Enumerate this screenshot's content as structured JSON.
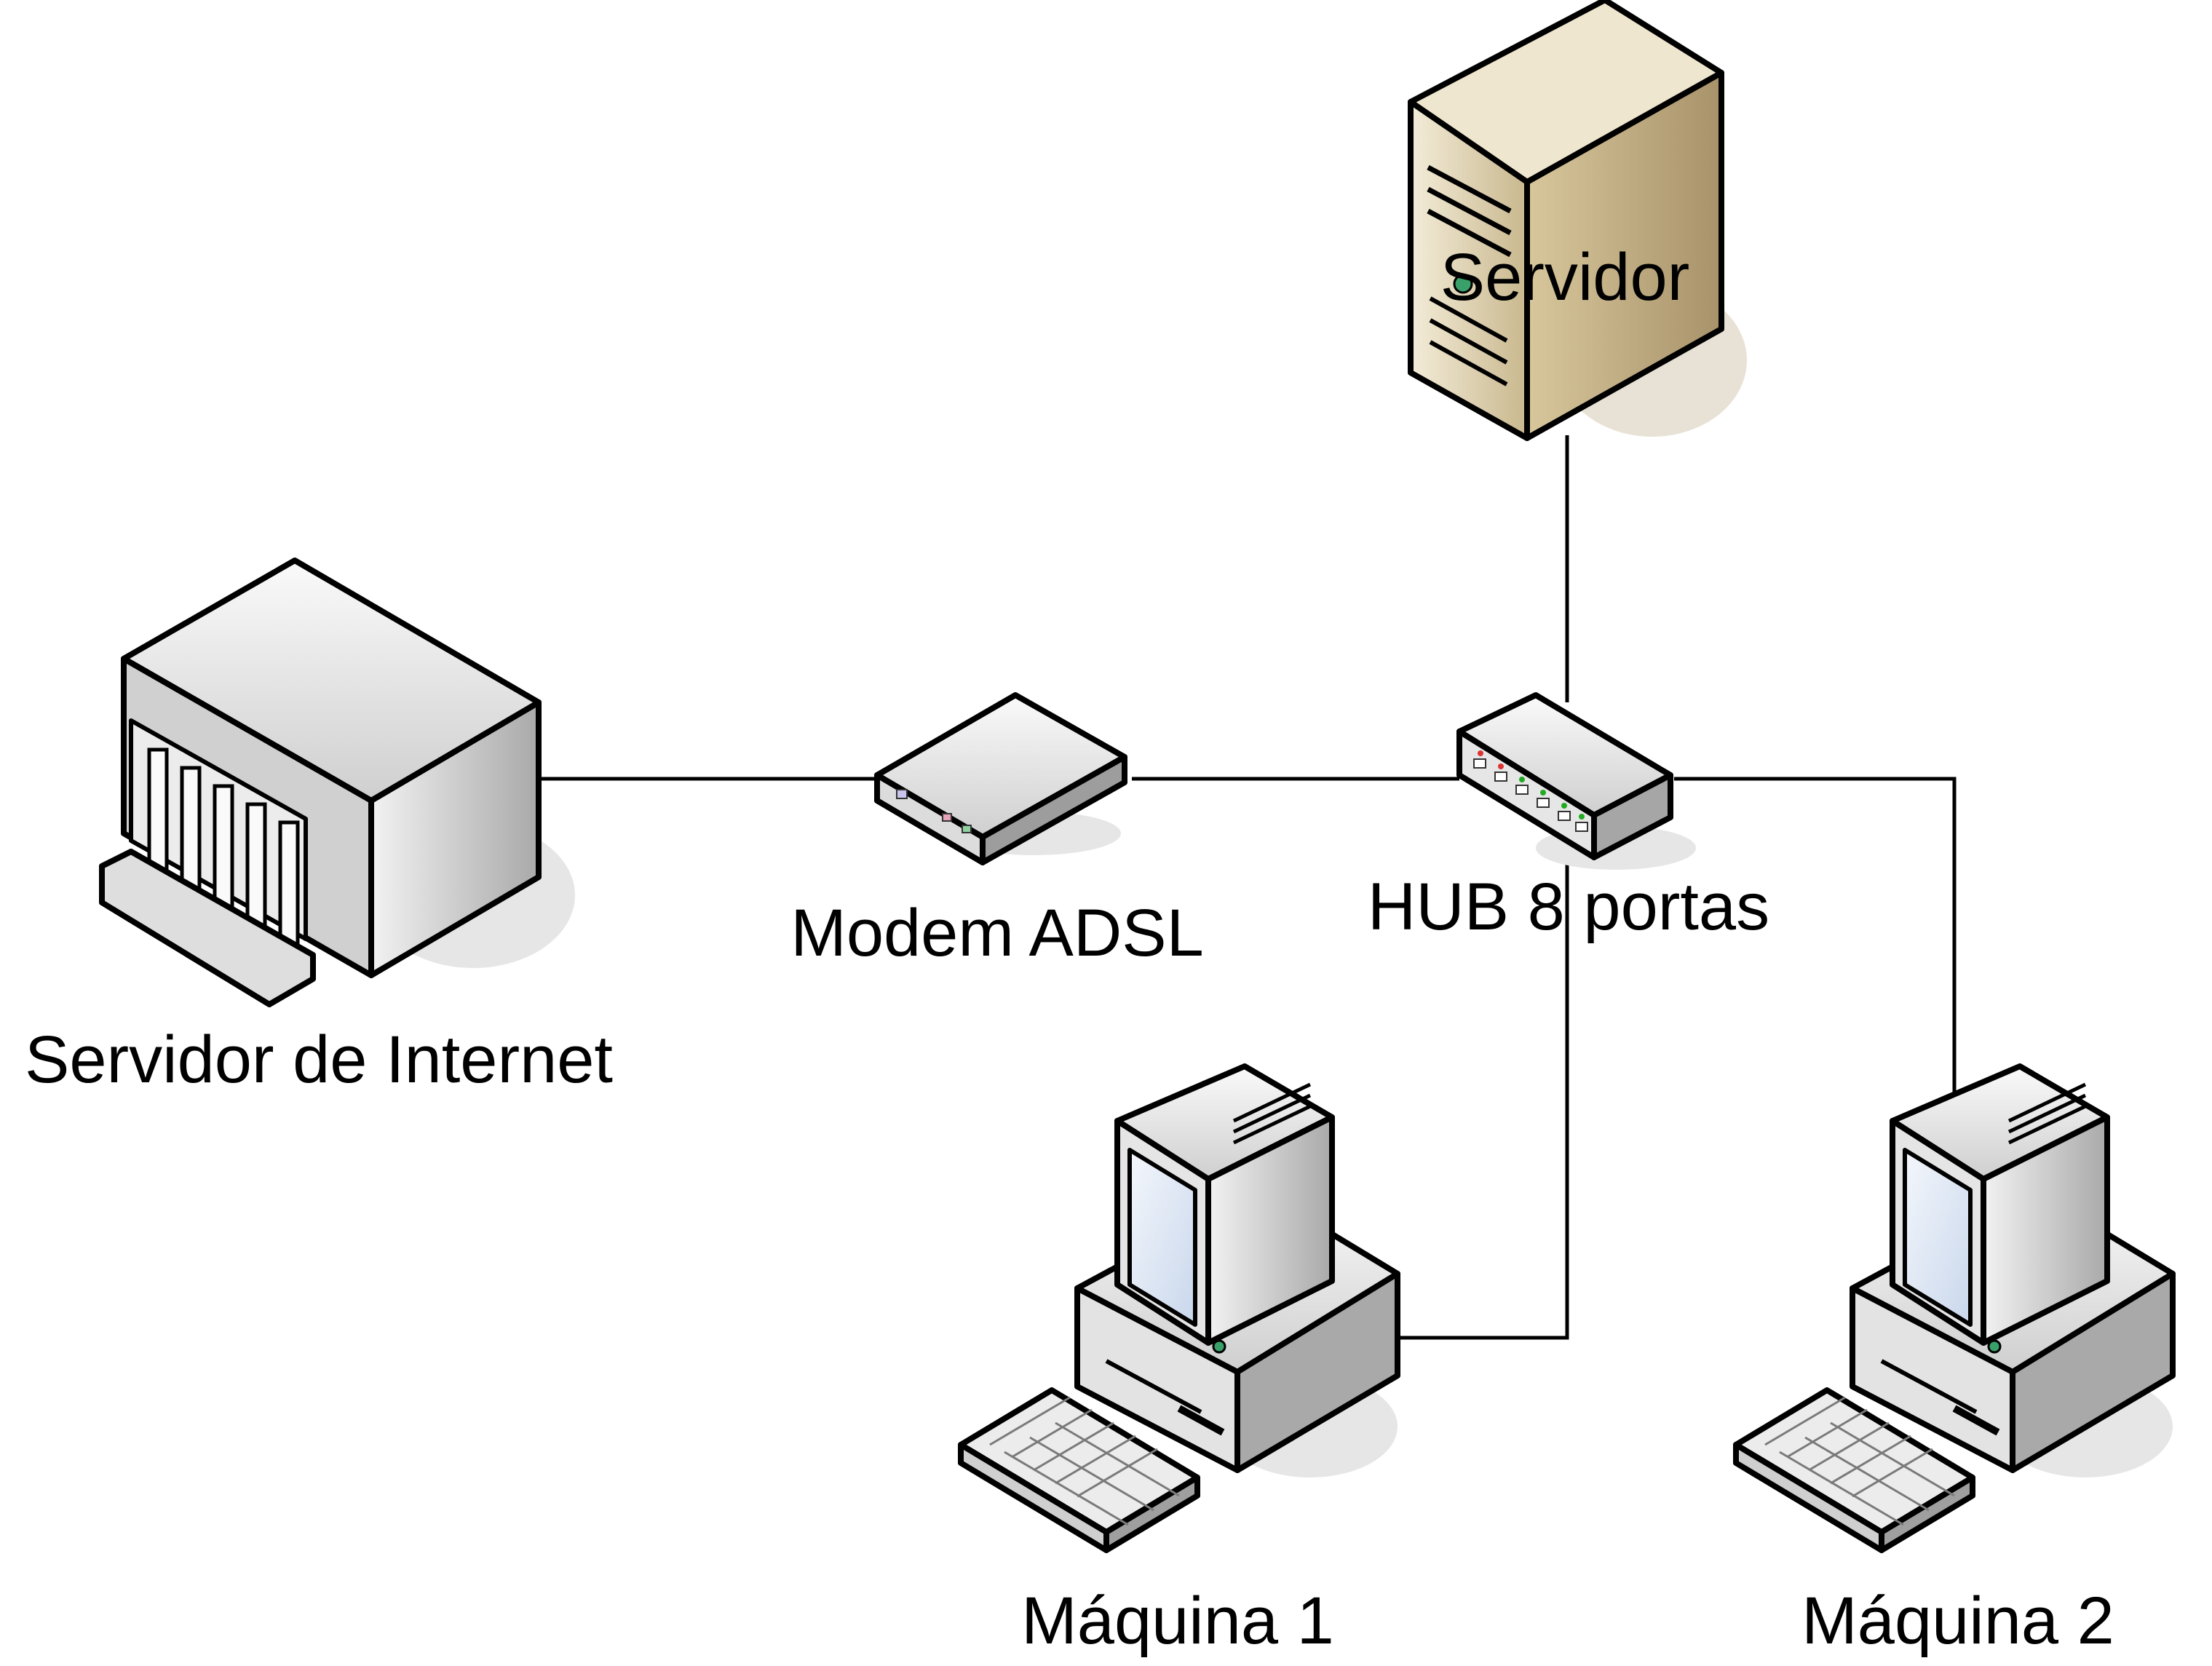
{
  "nodes": {
    "internet_server": {
      "label": "Servidor de Internet",
      "icon": "internet-server-icon"
    },
    "modem": {
      "label": "Modem ADSL",
      "icon": "modem-icon"
    },
    "hub": {
      "label": "HUB 8 portas",
      "icon": "hub-icon"
    },
    "server": {
      "label": "Servidor",
      "icon": "tower-server-icon"
    },
    "machine1": {
      "label": "Máquina 1",
      "icon": "workstation-icon"
    },
    "machine2": {
      "label": "Máquina 2",
      "icon": "workstation-icon"
    }
  },
  "connections": [
    {
      "from": "Servidor de Internet",
      "to": "Modem ADSL"
    },
    {
      "from": "Modem ADSL",
      "to": "HUB 8 portas"
    },
    {
      "from": "HUB 8 portas",
      "to": "Servidor"
    },
    {
      "from": "HUB 8 portas",
      "to": "Máquina 1"
    },
    {
      "from": "HUB 8 portas",
      "to": "Máquina 2"
    }
  ],
  "colors": {
    "line": "#000000",
    "server_tan": "#d9c9a3",
    "device_gray": "#d8d8d8",
    "screen_blue": "#dfe8f5",
    "shadow": "#e2e2e2"
  }
}
